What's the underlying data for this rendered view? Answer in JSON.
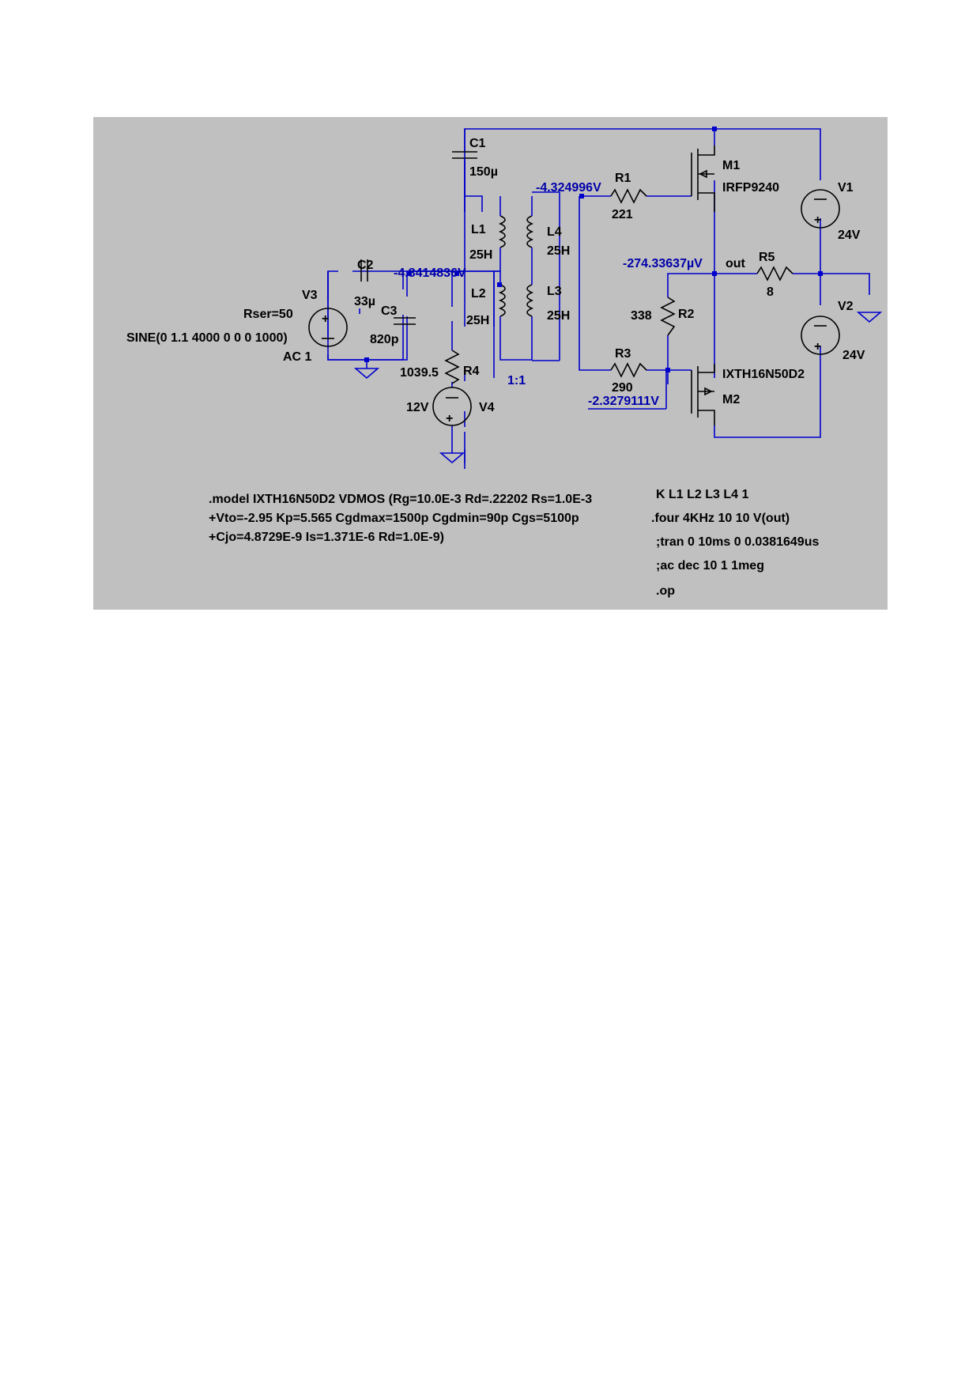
{
  "components": {
    "C1": {
      "ref": "C1",
      "value": "150µ"
    },
    "C2": {
      "ref": "C2",
      "value": "33µ"
    },
    "C3": {
      "ref": "C3",
      "value": "820p"
    },
    "R1": {
      "ref": "R1",
      "value": "221"
    },
    "R2": {
      "ref": "R2",
      "value": "338"
    },
    "R3": {
      "ref": "R3",
      "value": "290"
    },
    "R4": {
      "ref": "R4",
      "value": "1039.5"
    },
    "R5": {
      "ref": "R5",
      "value": "8"
    },
    "L1": {
      "ref": "L1",
      "value": "25H"
    },
    "L2": {
      "ref": "L2",
      "value": "25H"
    },
    "L3": {
      "ref": "L3",
      "value": "25H"
    },
    "L4": {
      "ref": "L4",
      "value": "25H"
    },
    "M1": {
      "ref": "M1",
      "value": "IRFP9240"
    },
    "M2": {
      "ref": "M2",
      "value": "IXTH16N50D2"
    },
    "V1": {
      "ref": "V1",
      "value": "24V"
    },
    "V2": {
      "ref": "V2",
      "value": "24V"
    },
    "V3": {
      "ref": "V3",
      "rser": "Rser=50",
      "source": "SINE(0 1.1 4000 0 0 0 1000)",
      "ac": "AC 1"
    },
    "V4": {
      "ref": "V4",
      "value": "12V"
    }
  },
  "transformer_ratio": "1:1",
  "net_labels": {
    "out": "out"
  },
  "node_voltages": {
    "m1_gate": "-4.324996V",
    "input_node": "-4.8414836V",
    "output": "-274.33637µV",
    "m2_gate": "-2.3279111V"
  },
  "directives": {
    "model_line_1": ".model IXTH16N50D2 VDMOS (Rg=10.0E-3 Rd=.22202 Rs=1.0E-3",
    "model_line_2": "+Vto=-2.95 Kp=5.565 Cgdmax=1500p Cgdmin=90p Cgs=5100p",
    "model_line_3": "+Cjo=4.8729E-9 Is=1.371E-6 Rd=1.0E-9)",
    "coupling": "K L1 L2 L3 L4 1",
    "four": ".four 4KHz 10 10 V(out)",
    "tran": ";tran 0 10ms 0 0.0381649us",
    "ac": ";ac dec 10 1 1meg",
    "op": ".op"
  },
  "colors": {
    "background": "#c0c0c0",
    "wire": "#0000cc",
    "component": "#000000",
    "voltage_label": "#0000aa"
  }
}
